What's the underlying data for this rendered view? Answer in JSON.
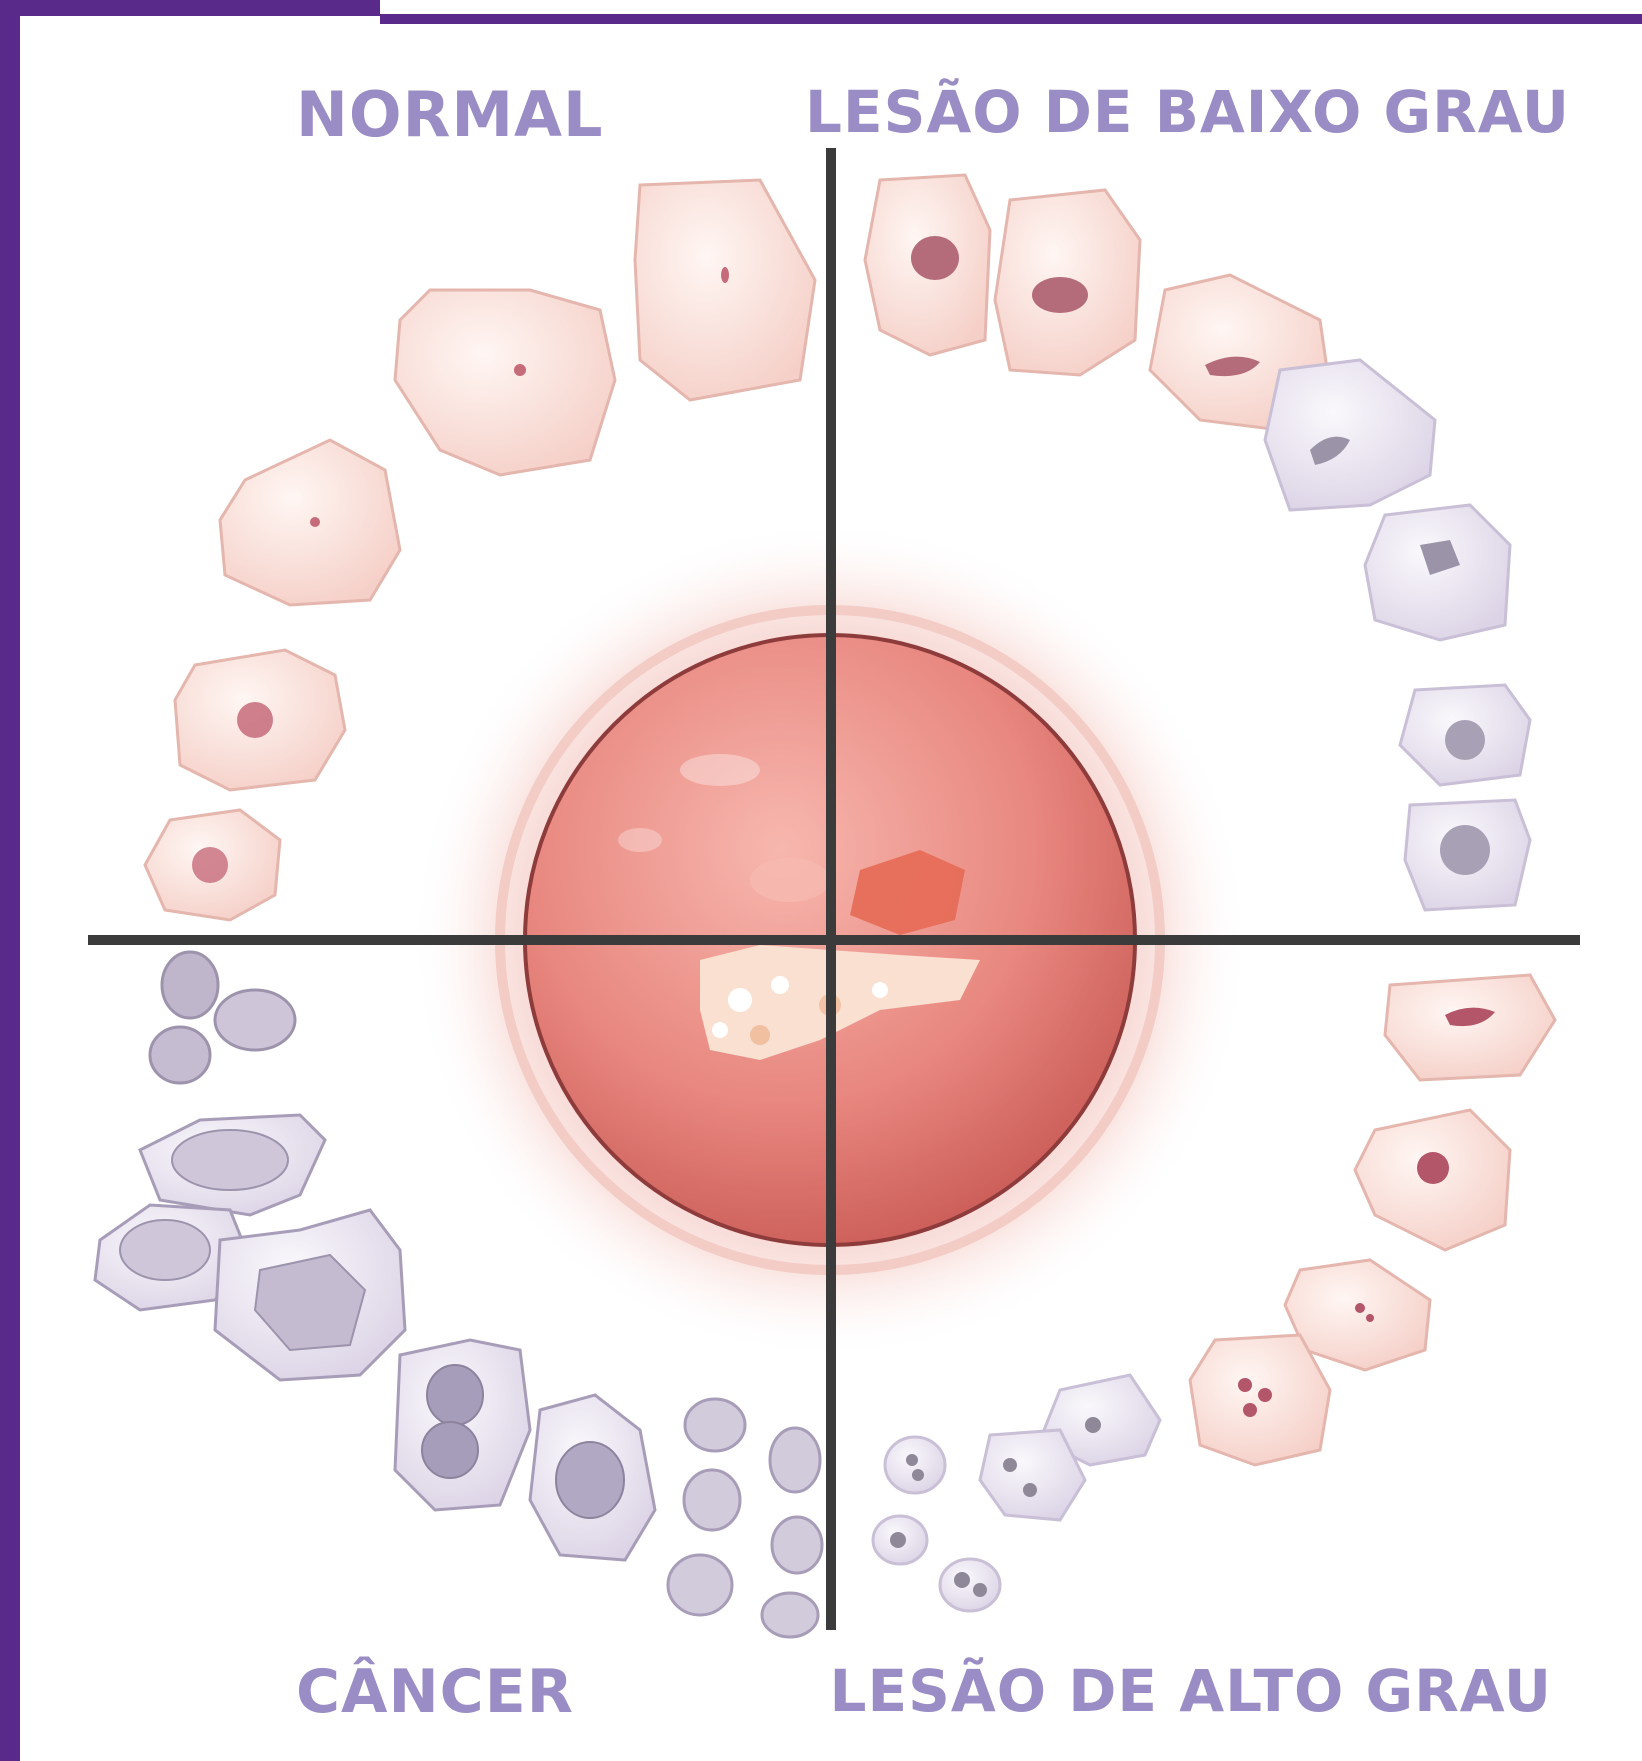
{
  "quadrants": {
    "top_left": {
      "label": "NORMAL"
    },
    "top_right": {
      "label": "LESÃO DE BAIXO GRAU"
    },
    "bottom_left": {
      "label": "CÂNCER"
    },
    "bottom_right": {
      "label": "LESÃO DE ALTO GRAU"
    }
  },
  "colors": {
    "frame": "#5a2a8a",
    "label": "#9a8cc4",
    "divider": "#3b3b3b",
    "normal_cell": "#fbe2dc",
    "normal_cell_stroke": "#e4b6ad",
    "nucleus_pink": "#c56b7a",
    "dysplastic_cell": "#ece8f2",
    "dysplastic_stroke": "#b9adc9",
    "dysplastic_nucleus": "#9b93a8",
    "cervix": "#e07c76"
  },
  "icons": [
    "normal-cell-icon",
    "low-grade-cell-icon",
    "high-grade-cell-icon",
    "cancer-cell-icon",
    "cervix-illustration"
  ]
}
